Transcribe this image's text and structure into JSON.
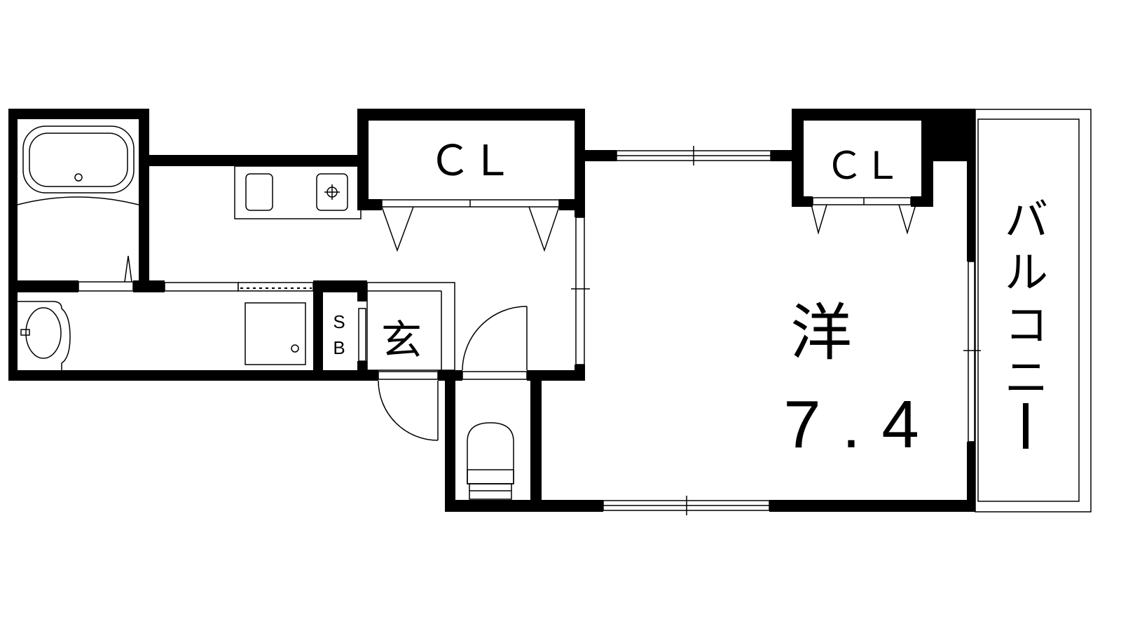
{
  "floorplan": {
    "closet_1_label": "ＣＬ",
    "closet_2_label": "ＣＬ",
    "western_room_label": "洋",
    "western_room_size": "7.4",
    "entrance_label": "玄",
    "shoe_box_label_s": "S",
    "shoe_box_label_b": "B",
    "balcony_label": [
      "バ",
      "ル",
      "コ",
      "ニ",
      "ー"
    ]
  }
}
